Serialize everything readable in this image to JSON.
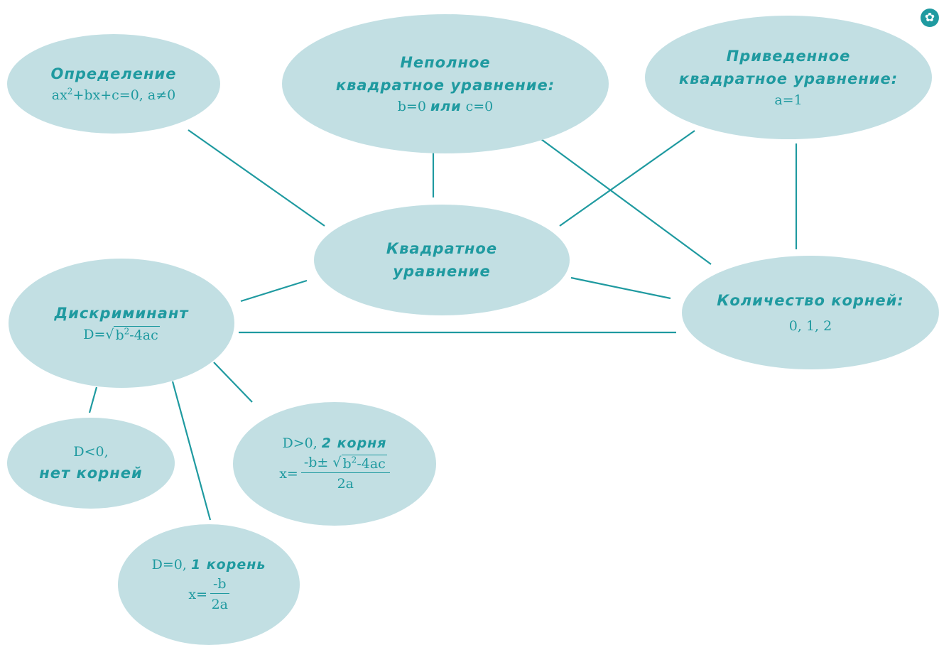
{
  "colors": {
    "node_fill": "#c2dfe3",
    "ink": "#1f9aa0"
  },
  "nodes": {
    "definition": {
      "title": "Определение",
      "formula": "ax2+bx+c=0, a≠0",
      "formula_parts": [
        "ax",
        "2",
        "+bx+c=0, a≠0"
      ]
    },
    "incomplete": {
      "title": "Неполное\nквадратное уравнение:",
      "formula_left": "b=0",
      "formula_mid": "или",
      "formula_right": "c=0"
    },
    "reduced": {
      "title": "Приведенное\nквадратное уравнение:",
      "formula": "a=1"
    },
    "center": {
      "title": "Квадратное\nуравнение"
    },
    "discriminant": {
      "title": "Дискриминант",
      "prefix": "D=",
      "radicand_a": "b",
      "exp": "2",
      "radicand_b": "-4ac"
    },
    "roots_count": {
      "title": "Количество корней:",
      "values": "0, 1, 2"
    },
    "d_negative": {
      "cond": "D<0,",
      "result": "нет корней"
    },
    "d_positive": {
      "cond": "D>0,",
      "result": "2 корня",
      "lhs": "x=",
      "num_a": "-b±",
      "num_rad_a": "b",
      "num_exp": "2",
      "num_rad_b": "-4ac",
      "den": "2a"
    },
    "d_zero": {
      "cond": "D=0,",
      "result": "1 корень",
      "lhs": "x=",
      "num": "-b",
      "den": "2a"
    }
  },
  "icons": {
    "corner": "flower-icon"
  }
}
